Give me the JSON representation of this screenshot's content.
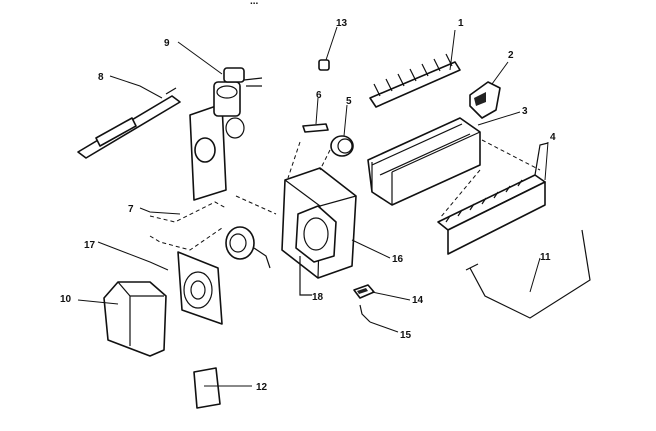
{
  "header_text": "...",
  "callouts": {
    "p1": "1",
    "p2": "2",
    "p3": "3",
    "p4": "4",
    "p5": "5",
    "p6": "6",
    "p7": "7",
    "p8": "8",
    "p9": "9",
    "p10": "10",
    "p11": "11",
    "p12": "12",
    "p13": "13",
    "p14": "14",
    "p15": "15",
    "p16": "16",
    "p17": "17",
    "p18": "18"
  }
}
